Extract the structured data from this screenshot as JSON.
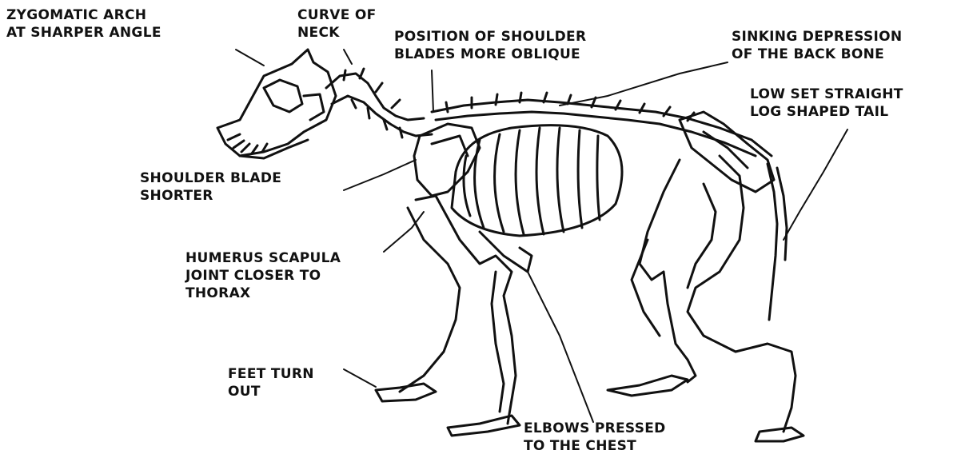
{
  "colors": {
    "ink": "#111111",
    "background": "#ffffff"
  },
  "labels": {
    "zygomatic": {
      "line1": "ZYGOMATIC ARCH",
      "line2": "AT SHARPER ANGLE"
    },
    "neck": {
      "line1": "CURVE OF",
      "line2": "NECK"
    },
    "shoulder_position": {
      "line1": "POSITION OF SHOULDER",
      "line2": "BLADES MORE OBLIQUE"
    },
    "back_bone": {
      "line1": "SINKING DEPRESSION",
      "line2": "OF THE BACK BONE"
    },
    "tail": {
      "line1": "LOW SET STRAIGHT",
      "line2": "LOG SHAPED TAIL"
    },
    "shoulder_blade": {
      "line1": "SHOULDER BLADE",
      "line2": "SHORTER"
    },
    "humerus": {
      "line1": "HUMERUS SCAPULA",
      "line2": "JOINT CLOSER TO",
      "line3": "THORAX"
    },
    "feet": {
      "line1": "FEET TURN",
      "line2": "OUT"
    },
    "elbows": {
      "line1": "ELBOWS PRESSED",
      "line2": "TO THE CHEST"
    }
  }
}
